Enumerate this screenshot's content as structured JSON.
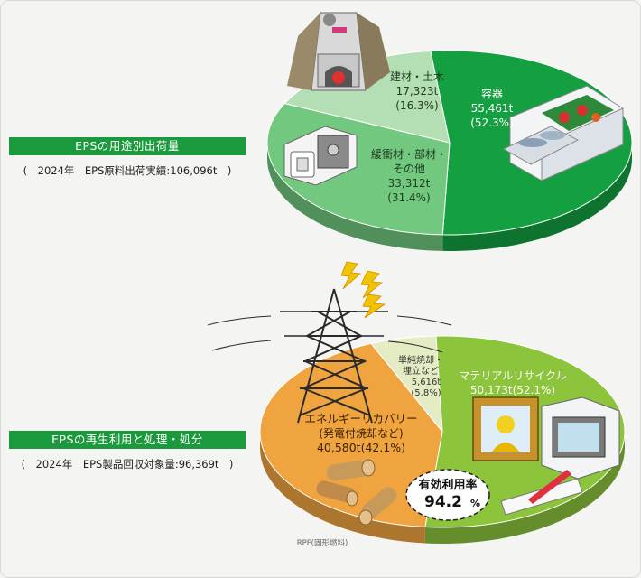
{
  "section1": {
    "title": "EPSの用途別出荷量",
    "note": "(　2024年　EPS原料出荷実績:106,096t　)"
  },
  "section2": {
    "title": "EPSの再生利用と処理・処分",
    "note": "(　2024年　EPS製品回収対象量:96,369t　)"
  },
  "chart_data": [
    {
      "type": "pie",
      "total_label": "EPS原料出荷実績:106,096t",
      "slices": [
        {
          "name": "容器",
          "value": 55461,
          "value_label": "55,461t",
          "percent_label": "(52.3%)",
          "percent": 52.3,
          "color": "#14a040"
        },
        {
          "name": "緩衝材・部材・その他",
          "name_lines": [
            "緩衝材・部材・",
            "その他"
          ],
          "value": 33312,
          "value_label": "33,312t",
          "percent_label": "(31.4%)",
          "percent": 31.4,
          "color": "#72c87e"
        },
        {
          "name": "建材・土木",
          "value": 17323,
          "value_label": "17,323t",
          "percent_label": "(16.3%)",
          "percent": 16.3,
          "color": "#b4deb3"
        }
      ]
    },
    {
      "type": "pie",
      "total_label": "EPS製品回収対象量:96,369t",
      "slices": [
        {
          "name": "マテリアルリサイクル",
          "value": 50173,
          "value_label": "50,173t(52.1%)",
          "percent": 52.1,
          "color": "#8cc43c"
        },
        {
          "name": "エネルギーリカバリー",
          "sub": "(発電付焼却など)",
          "value": 40580,
          "value_label": "40,580t(42.1%)",
          "percent": 42.1,
          "color": "#f0a440"
        },
        {
          "name": "単純焼却・埋立など",
          "name_lines": [
            "単純焼却・",
            "埋立など"
          ],
          "value": 5616,
          "value_label": "5,616t",
          "percent_label": "(5.8%)",
          "percent": 5.8,
          "color": "#e4ecc4"
        }
      ],
      "callout": {
        "title": "有効利用率",
        "value": "94.2",
        "unit": "%"
      },
      "footnote": "RPF(固形燃料)"
    }
  ],
  "colors": {
    "band_green": "#1a9a3c",
    "wood": "#c89a5a",
    "pylon": "#2a2a2a",
    "lightning": "#f2c400"
  }
}
